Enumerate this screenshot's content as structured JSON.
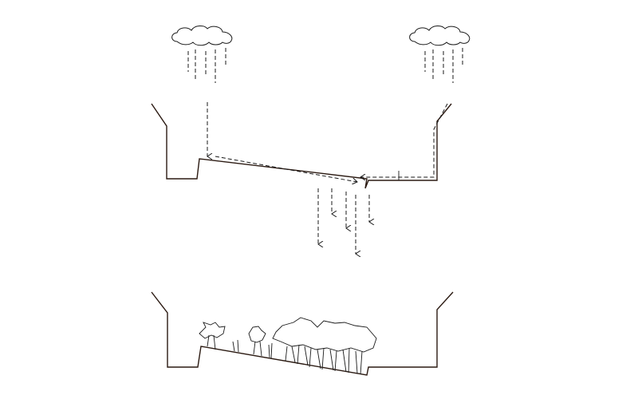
{
  "diagram": {
    "top_panel": {
      "clouds": [
        {
          "icon": "rain-cloud-icon"
        },
        {
          "icon": "rain-cloud-icon"
        }
      ],
      "flow_arrows": "dashed"
    },
    "bottom_panel": {
      "vegetation": [
        "shrub",
        "shrub",
        "tree-canopy",
        "grass"
      ]
    },
    "colors": {
      "ground_line": "#2b1a12",
      "ink": "#1a1a1a",
      "background": "#ffffff"
    }
  }
}
